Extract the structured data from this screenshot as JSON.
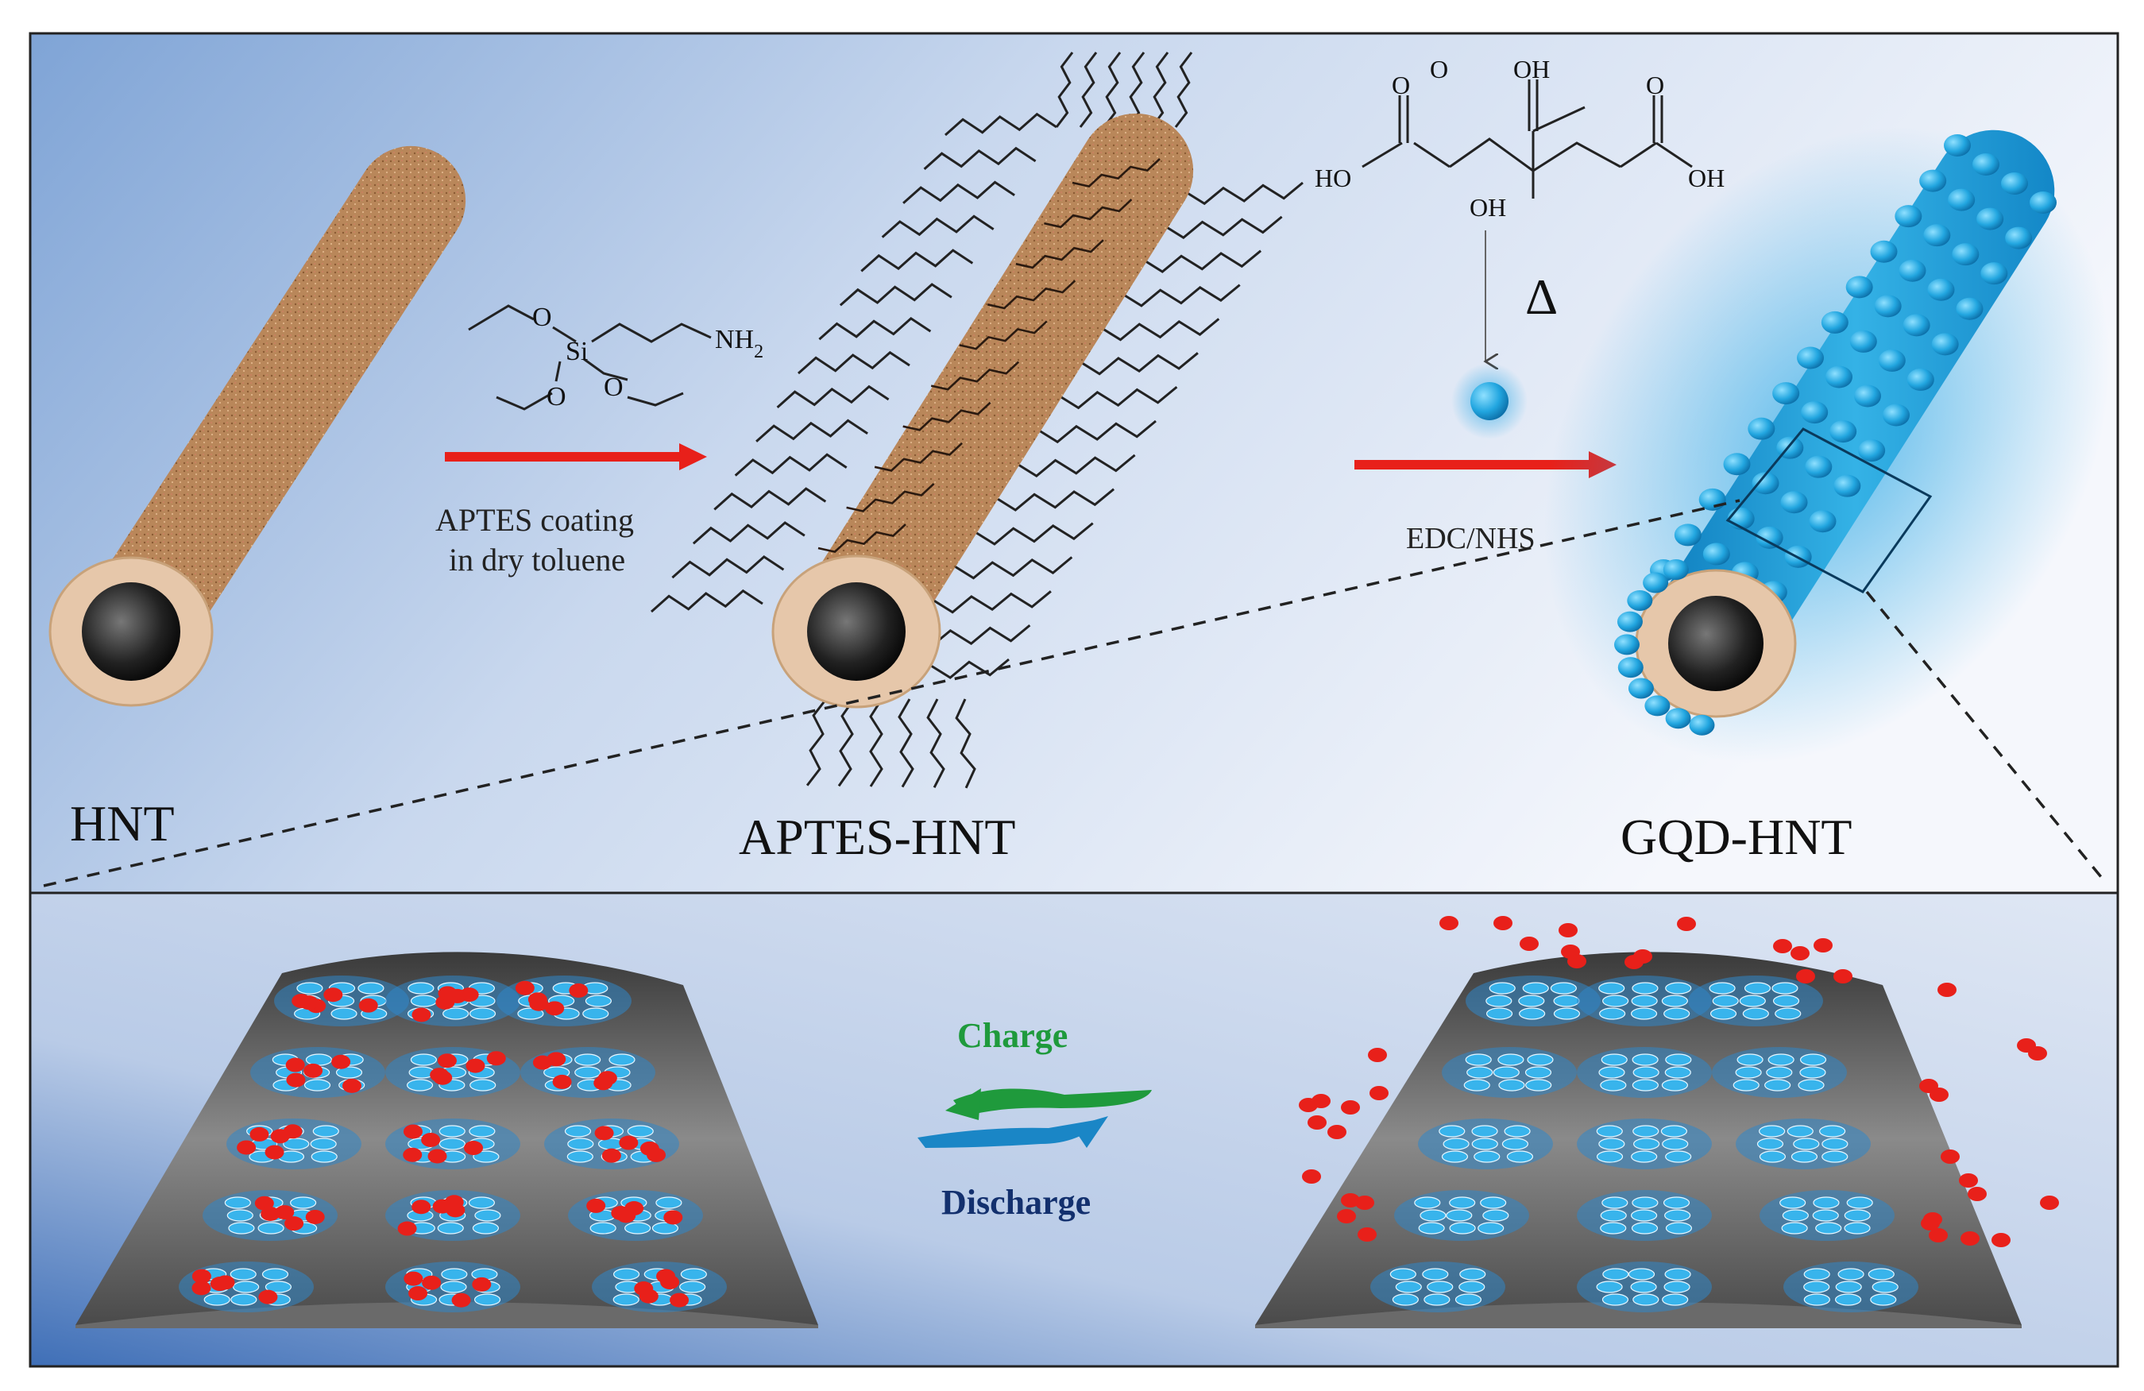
{
  "labels": {
    "hnt": "HNT",
    "aptes_hnt": "APTES-HNT",
    "gqd_hnt": "GQD-HNT",
    "step1_line1": "APTES coating",
    "step1_line2": "in dry toluene",
    "step2": "EDC/NHS",
    "heat_symbol": "Δ",
    "charge": "Charge",
    "discharge": "Discharge"
  },
  "chemistry": {
    "aptes": {
      "o1": "O",
      "si": "Si",
      "o2": "O",
      "o3": "O",
      "amine": "NH",
      "amine_sub": "2"
    },
    "citric_acid": {
      "oh_top": "OH",
      "ho_left": "HO",
      "oh_right": "OH",
      "oh_center": "OH",
      "o_left": "O",
      "o_top": "O",
      "o_right": "O"
    }
  },
  "colors": {
    "panel_top": "#8aaedb",
    "panel_light": "#eef2fa",
    "hnt_brown": "#b9875a",
    "gqd_blue": "#1e9bd7",
    "arrow_red": "#e8201a",
    "charge_green": "#1f9a3c",
    "discharge_navy": "#13306e",
    "ion_red": "#e8201a"
  }
}
